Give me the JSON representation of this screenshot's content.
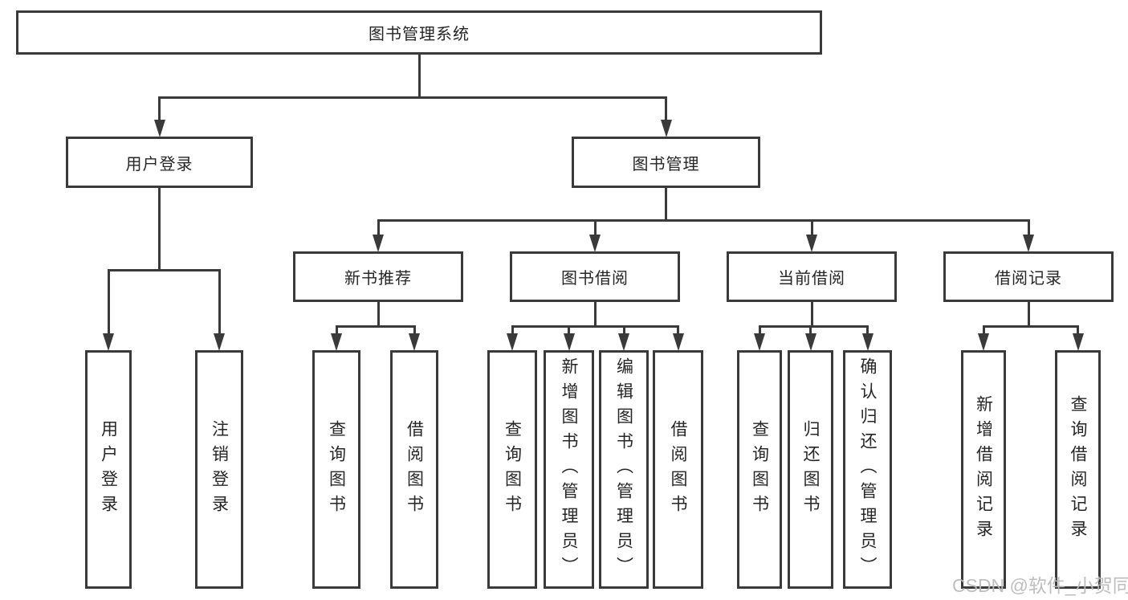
{
  "diagram": {
    "title": "图书管理系统",
    "watermark": "CSDN @软件_小贺同学",
    "colors": {
      "line": "#3a3a3a",
      "text": "#262626",
      "background": "#ffffff",
      "watermark": "#b9b9b9"
    },
    "nodes": {
      "root": {
        "label": "图书管理系统"
      },
      "user-login": {
        "label": "用户登录"
      },
      "book-mgmt": {
        "label": "图书管理"
      },
      "user-login-leaf": {
        "label": "用户登录"
      },
      "logout-leaf": {
        "label": "注销登录"
      },
      "new-book-rec": {
        "label": "新书推荐"
      },
      "book-borrow": {
        "label": "图书借阅"
      },
      "current-borrow": {
        "label": "当前借阅"
      },
      "borrow-records": {
        "label": "借阅记录"
      },
      "nbr-query": {
        "label": "查询图书"
      },
      "nbr-borrow": {
        "label": "借阅图书"
      },
      "bb-query": {
        "label": "查询图书"
      },
      "bb-add": {
        "label": "新增图书（管理员）"
      },
      "bb-edit": {
        "label": "编辑图书（管理员）"
      },
      "bb-borrow": {
        "label": "借阅图书"
      },
      "cb-query": {
        "label": "查询图书"
      },
      "cb-return": {
        "label": "归还图书"
      },
      "cb-confirm": {
        "label": "确认归还（管理员）"
      },
      "br-add": {
        "label": "新增借阅记录"
      },
      "br-query": {
        "label": "查询借阅记录"
      }
    },
    "edges": [
      {
        "from": "root",
        "to": [
          "user-login",
          "book-mgmt"
        ]
      },
      {
        "from": "user-login",
        "to": [
          "user-login-leaf",
          "logout-leaf"
        ]
      },
      {
        "from": "book-mgmt",
        "to": [
          "new-book-rec",
          "book-borrow",
          "current-borrow",
          "borrow-records"
        ]
      },
      {
        "from": "new-book-rec",
        "to": [
          "nbr-query",
          "nbr-borrow"
        ]
      },
      {
        "from": "book-borrow",
        "to": [
          "bb-query",
          "bb-add",
          "bb-edit",
          "bb-borrow"
        ]
      },
      {
        "from": "current-borrow",
        "to": [
          "cb-query",
          "cb-return",
          "cb-confirm"
        ]
      },
      {
        "from": "borrow-records",
        "to": [
          "br-add",
          "br-query"
        ]
      }
    ]
  }
}
